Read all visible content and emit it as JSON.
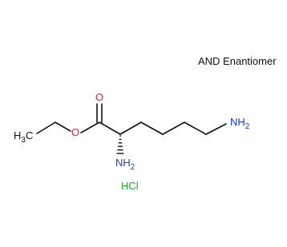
{
  "stereo_label": "AND Enantiomer",
  "atoms": {
    "methyl": {
      "main": "H",
      "sub": "3",
      "tail": "C"
    },
    "ether_oxygen": "O",
    "carbonyl_oxygen": "O",
    "alpha_amine": {
      "main": "NH",
      "sub": "2"
    },
    "terminal_amine": {
      "main": "NH",
      "sub": "2"
    },
    "salt": "HCl"
  },
  "colors": {
    "bond": "#111111",
    "carbon_text": "#111111",
    "oxygen": "#d62728",
    "nitrogen": "#1f3fbf",
    "chlorine": "#2ca02c"
  }
}
